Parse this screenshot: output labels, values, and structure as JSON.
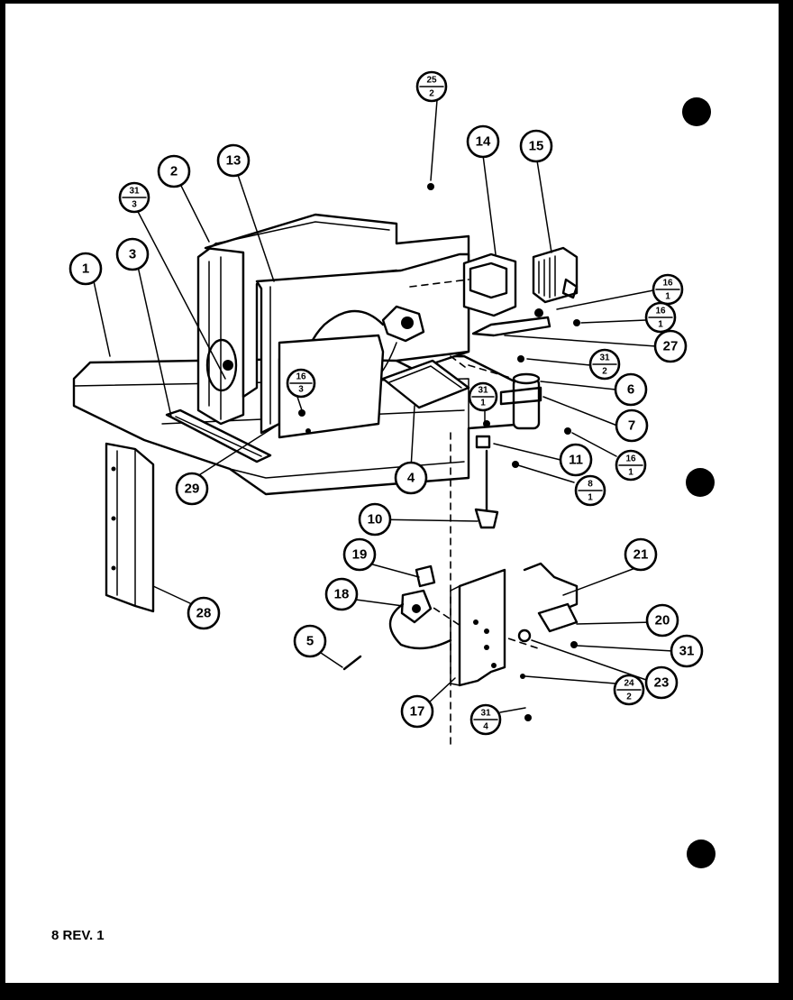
{
  "footer": {
    "label": "8 REV. 1"
  },
  "callouts": [
    {
      "id": "c1",
      "label": "1"
    },
    {
      "id": "c2",
      "label": "2"
    },
    {
      "id": "c3",
      "label": "3"
    },
    {
      "id": "c4",
      "label": "4"
    },
    {
      "id": "c5",
      "label": "5"
    },
    {
      "id": "c6",
      "label": "6"
    },
    {
      "id": "c7",
      "label": "7"
    },
    {
      "id": "c10",
      "label": "10"
    },
    {
      "id": "c11",
      "label": "11"
    },
    {
      "id": "c13",
      "label": "13"
    },
    {
      "id": "c14",
      "label": "14"
    },
    {
      "id": "c15",
      "label": "15"
    },
    {
      "id": "c17",
      "label": "17"
    },
    {
      "id": "c18",
      "label": "18"
    },
    {
      "id": "c19",
      "label": "19"
    },
    {
      "id": "c20",
      "label": "20"
    },
    {
      "id": "c21",
      "label": "21"
    },
    {
      "id": "c23",
      "label": "23"
    },
    {
      "id": "c27",
      "label": "27"
    },
    {
      "id": "c28",
      "label": "28"
    },
    {
      "id": "c29",
      "label": "29"
    },
    {
      "id": "c31",
      "label": "31"
    }
  ],
  "fraction_callouts": [
    {
      "id": "f25_2",
      "top": "25",
      "bottom": "2"
    },
    {
      "id": "f31_3",
      "top": "31",
      "bottom": "3"
    },
    {
      "id": "f16_1a",
      "top": "16",
      "bottom": "1"
    },
    {
      "id": "f16_1b",
      "top": "16",
      "bottom": "1"
    },
    {
      "id": "f31_2",
      "top": "31",
      "bottom": "2"
    },
    {
      "id": "f16_3",
      "top": "16",
      "bottom": "3"
    },
    {
      "id": "f31_1",
      "top": "31",
      "bottom": "1"
    },
    {
      "id": "f16_1c",
      "top": "16",
      "bottom": "1"
    },
    {
      "id": "f8_1",
      "top": "8",
      "bottom": "1"
    },
    {
      "id": "f24_2",
      "top": "24",
      "bottom": "2"
    },
    {
      "id": "f31_4",
      "top": "31",
      "bottom": "4"
    }
  ]
}
